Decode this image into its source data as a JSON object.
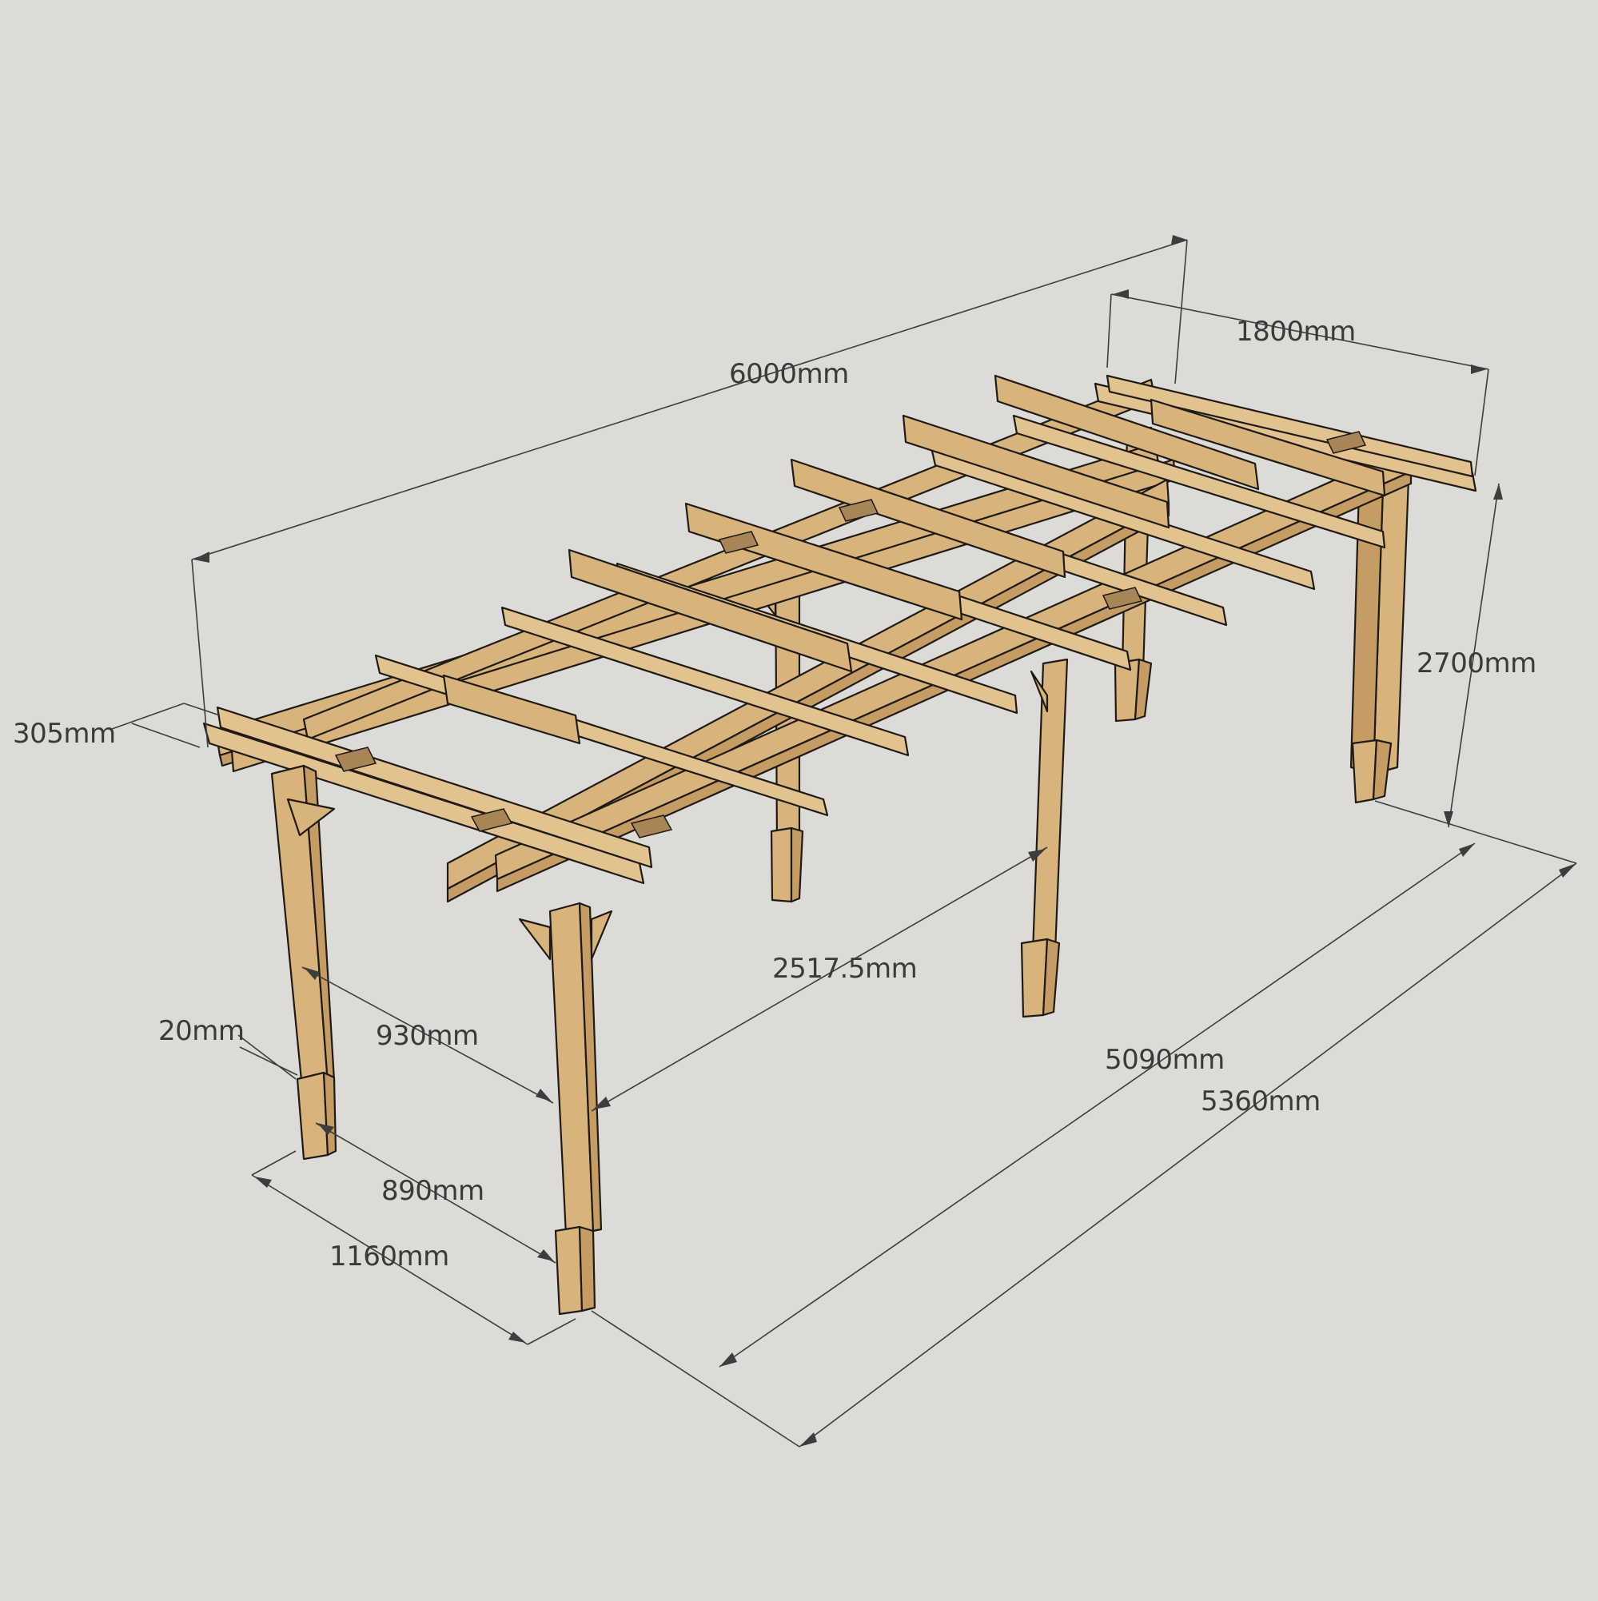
{
  "diagram": {
    "subject": "Timber pergola, 3D isometric view with dimensions",
    "colors": {
      "background": "#dcdbd7",
      "wood": "#d8b37c",
      "wood_shadow": "#c59c63",
      "outline": "#1e1a14",
      "dimension_text": "#3a3a3a"
    },
    "dimensions": {
      "overall_length": "6000mm",
      "rafter_width": "1800mm",
      "height": "2700mm",
      "overhang": "305mm",
      "post_spacing_long": "2517.5mm",
      "post_inner_width": "930mm",
      "base_gap": "20mm",
      "post_outer_inner": "890mm",
      "post_outer_width": "1160mm",
      "post_inner_length": "5090mm",
      "post_outer_length": "5360mm"
    }
  }
}
